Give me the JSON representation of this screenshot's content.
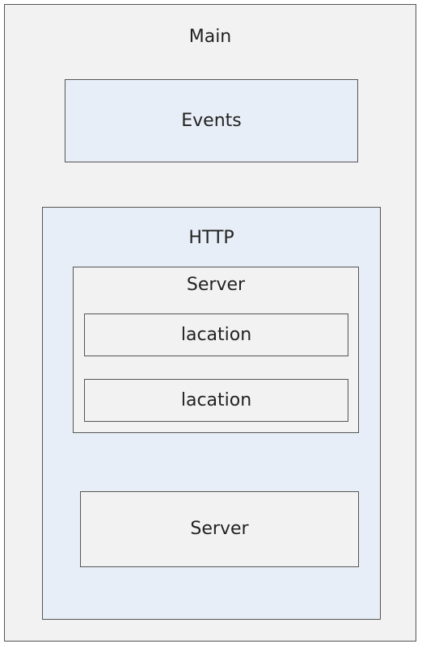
{
  "diagram": {
    "main": {
      "label": "Main"
    },
    "events": {
      "label": "Events"
    },
    "http": {
      "label": "HTTP",
      "servers": [
        {
          "label": "Server",
          "locations": [
            {
              "label": "lacation"
            },
            {
              "label": "lacation"
            }
          ]
        },
        {
          "label": "Server"
        }
      ]
    }
  },
  "colors": {
    "container_fill": "#f2f2f2",
    "block_fill": "#e8eef7",
    "border": "#555555",
    "text": "#222222"
  }
}
